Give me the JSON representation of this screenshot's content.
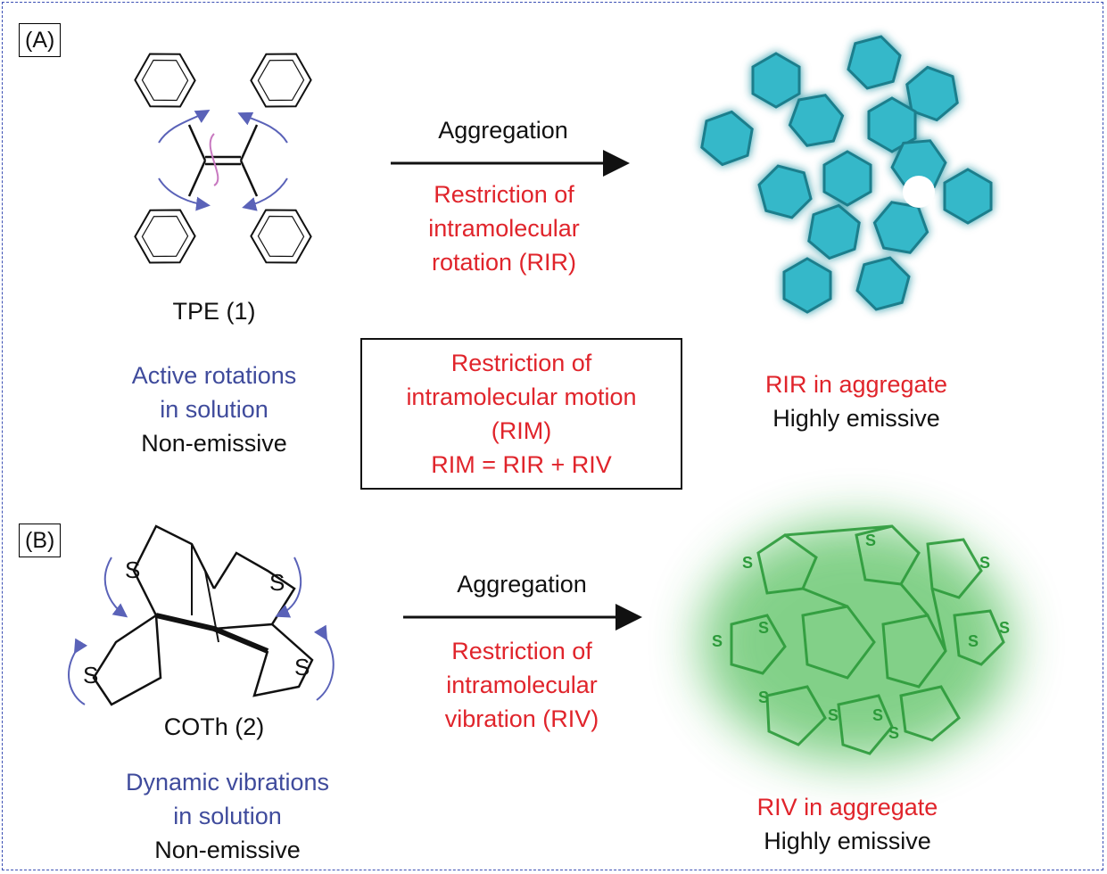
{
  "panels": {
    "a_label": "(A)",
    "b_label": "(B)"
  },
  "panel_a": {
    "arrow_label": "Aggregation",
    "restriction": [
      "Restriction of",
      "intramolecular",
      "rotation (RIR)"
    ],
    "molecule_name": "TPE (1)",
    "solution_state": [
      "Active rotations",
      "in solution"
    ],
    "solution_emission": "Non-emissive",
    "aggregate_state": "RIR in aggregate",
    "aggregate_emission": "Highly emissive"
  },
  "center_box": [
    "Restriction of",
    "intramolecular motion",
    "(RIM)",
    "RIM = RIR + RIV"
  ],
  "panel_b": {
    "arrow_label": "Aggregation",
    "restriction": [
      "Restriction of",
      "intramolecular",
      "vibration (RIV)"
    ],
    "molecule_name": "COTh (2)",
    "solution_state": [
      "Dynamic vibrations",
      "in solution"
    ],
    "solution_emission": "Non-emissive",
    "aggregate_state": "RIV in aggregate",
    "aggregate_emission": "Highly emissive",
    "sulfur_symbol": "S"
  },
  "colors": {
    "red_text": "#e0242b",
    "blue_text": "#3f4b9c",
    "frame_dash": "#3b4fb4",
    "cyan_aggregate": "#35b8c9",
    "green_aggregate": "#3fb84a",
    "rotation_arrow": "#5a62b8",
    "double_bond_twist": "#c879c0"
  }
}
